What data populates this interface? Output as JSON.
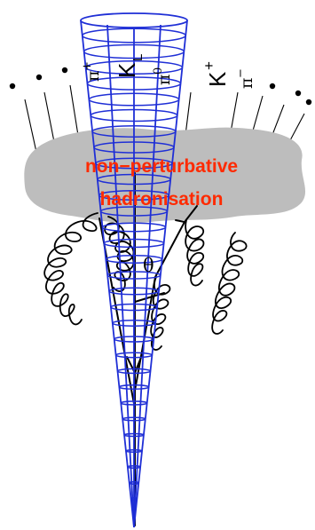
{
  "labels": {
    "hadronisation_line1": "non−perturbative",
    "hadronisation_line2": "hadronisation",
    "angle": "θ"
  },
  "particles": {
    "pi_plus_base": "π",
    "pi_plus_sup": "+",
    "k_long_base": "K",
    "k_long_sub": "L",
    "pi_zero_base": "π",
    "pi_zero_sup": "0",
    "k_plus_base": "K",
    "k_plus_sup": "+",
    "pi_minus_base": "π",
    "pi_minus_sup": "−"
  },
  "colors": {
    "cone": "#1f2fd6",
    "blob": "#bdbdbd",
    "label": "#ff2a00",
    "ink": "#000000"
  }
}
